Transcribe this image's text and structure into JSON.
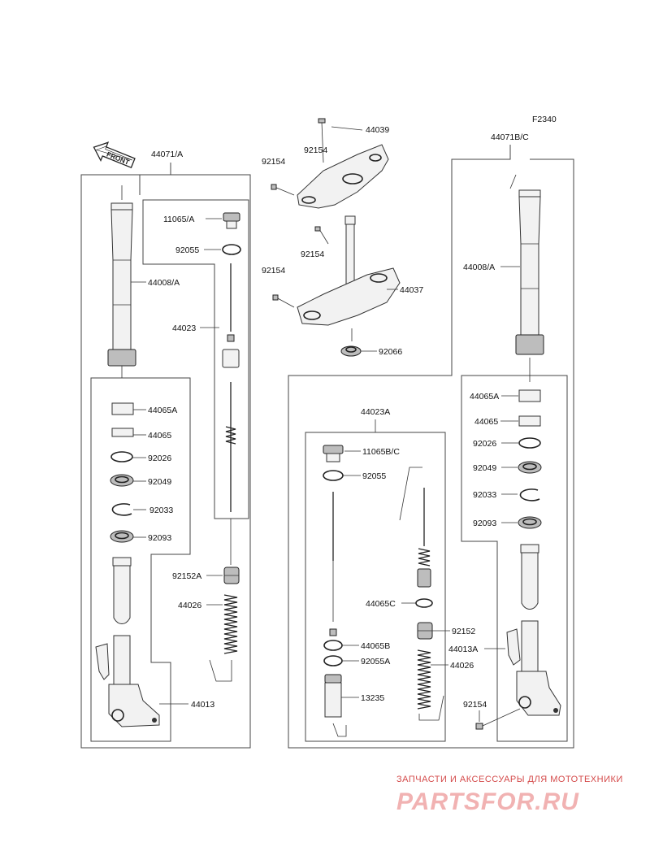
{
  "figure_code": "F2340",
  "front_label": "FRONT",
  "labels": {
    "l_44071A": "44071/A",
    "l_44008A": "44008/A",
    "l_11065A": "11065/A",
    "l_92055": "92055",
    "l_44023": "44023",
    "l_44065A_l": "44065A",
    "l_44065_l": "44065",
    "l_92026_l": "92026",
    "l_92049_l": "92049",
    "l_92033_l": "92033",
    "l_92093_l": "92093",
    "l_92152A": "92152A",
    "l_44026_l": "44026",
    "l_44013": "44013",
    "l_44039": "44039",
    "l_92154_a": "92154",
    "l_92154_b": "92154",
    "l_92154_c": "92154",
    "l_92154_d": "92154",
    "l_44037": "44037",
    "l_92066": "92066",
    "l_44071BC": "44071B/C",
    "l_44008A_r": "44008/A",
    "l_44065A_r": "44065A",
    "l_44065_r": "44065",
    "l_92026_r": "92026",
    "l_92049_r": "92049",
    "l_92033_r": "92033",
    "l_92093_r": "92093",
    "l_44023A": "44023A",
    "l_11065BC": "11065B/C",
    "l_92055_c": "92055",
    "l_44065C": "44065C",
    "l_92152": "92152",
    "l_44013A": "44013A",
    "l_44026_c": "44026",
    "l_44065B": "44065B",
    "l_92055A": "92055A",
    "l_13235": "13235",
    "l_92154_e": "92154"
  },
  "watermark": {
    "tagline": "ЗАПЧАСТИ И АКСЕССУАРЫ ДЛЯ МОТОТЕХНИКИ",
    "logo": "PARTSFOR.RU"
  },
  "colors": {
    "line": "#333333",
    "watermark_text": "#d44a4a",
    "watermark_logo": "#f1b2b2"
  }
}
